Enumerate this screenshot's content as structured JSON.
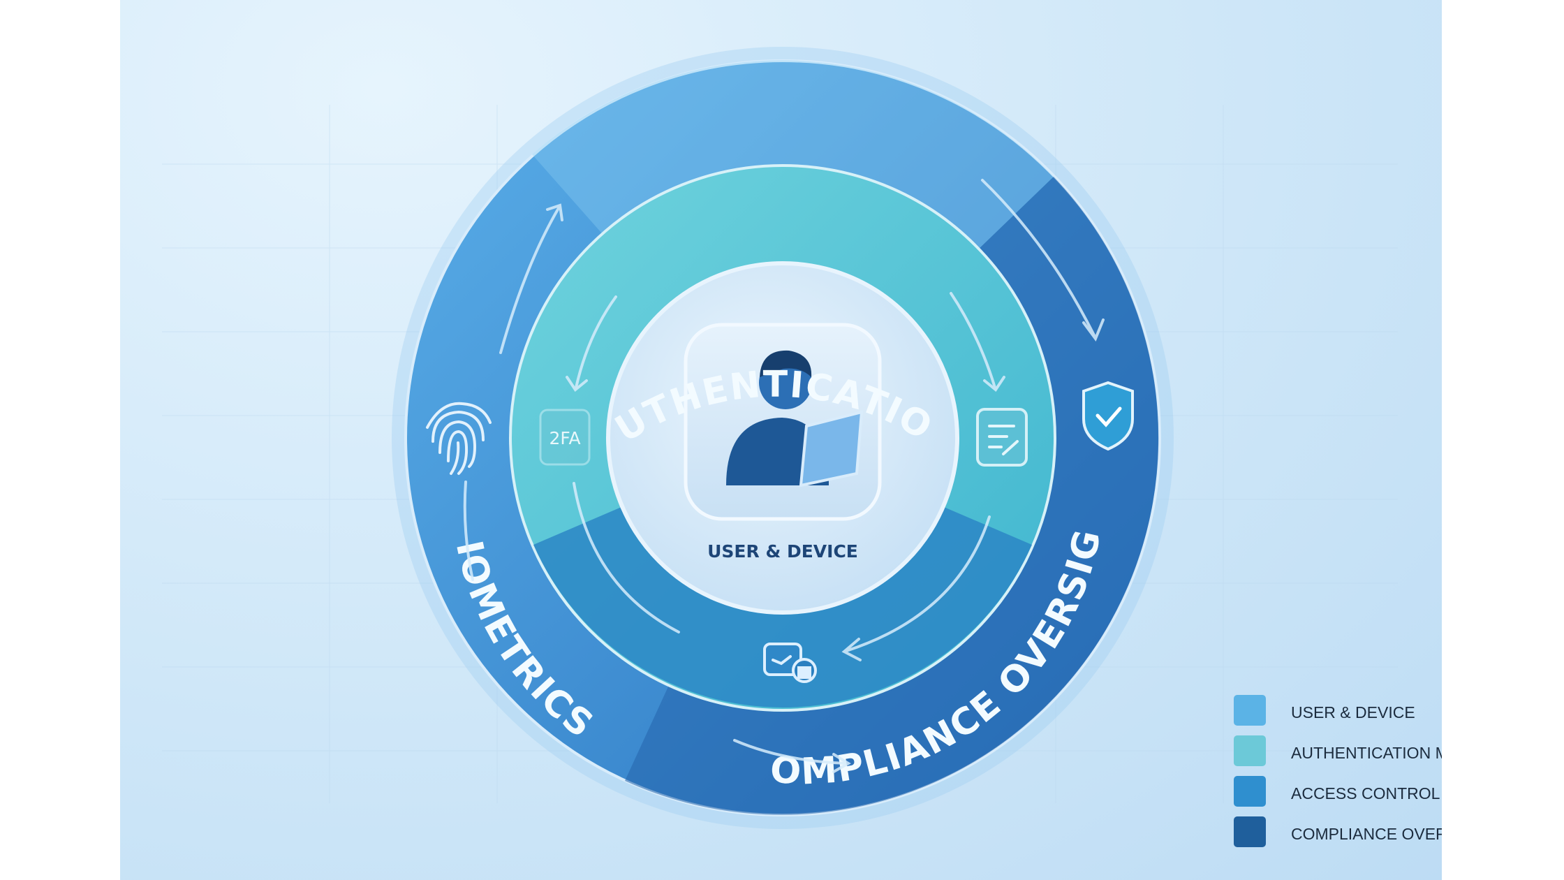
{
  "diagram": {
    "center_label": "USER & DEVICE",
    "outer_ring_labels": {
      "top": "AUTHENTICATION",
      "left": "BIOMETRICS",
      "right": "COMPLIANCE OVERSIGHT"
    },
    "inner_icon_text": "2FA",
    "icons": [
      "user-laptop-icon",
      "fingerprint-icon",
      "2fa-icon",
      "checklist-icon",
      "shield-check-icon",
      "lock-sync-icon"
    ]
  },
  "legend": [
    {
      "label": "USER & DEVICE",
      "color": "#5bb3e6"
    },
    {
      "label": "AUTHENTICATION METOD",
      "color": "#6cc9d8"
    },
    {
      "label": "ACCESS CONTROL",
      "color": "#2f8fcf"
    },
    {
      "label": "COMPLIANCE OVERSIGHT",
      "color": "#1f5f9c"
    }
  ],
  "colors": {
    "outer_ring": "#3a8fd6",
    "outer_ring_dark": "#1f62a8",
    "inner_ring_teal": "#6ccfdc",
    "inner_ring_blue": "#2e88c8",
    "center": "#dcecfa"
  }
}
